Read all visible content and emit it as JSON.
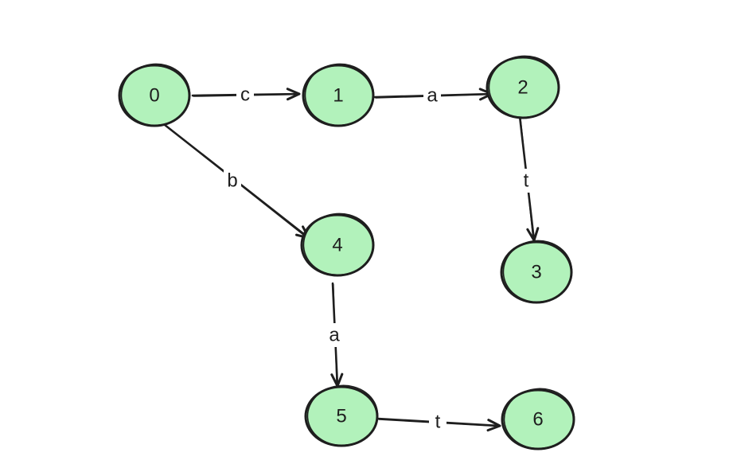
{
  "colors": {
    "node_fill": "#b2f2bb",
    "stroke": "#1e1e1e",
    "background": "#ffffff"
  },
  "nodes": [
    {
      "id": "0",
      "label": "0"
    },
    {
      "id": "1",
      "label": "1"
    },
    {
      "id": "2",
      "label": "2"
    },
    {
      "id": "3",
      "label": "3"
    },
    {
      "id": "4",
      "label": "4"
    },
    {
      "id": "5",
      "label": "5"
    },
    {
      "id": "6",
      "label": "6"
    }
  ],
  "edges": [
    {
      "from": "0",
      "to": "1",
      "label": "c"
    },
    {
      "from": "1",
      "to": "2",
      "label": "a"
    },
    {
      "from": "2",
      "to": "3",
      "label": "t"
    },
    {
      "from": "0",
      "to": "4",
      "label": "b"
    },
    {
      "from": "4",
      "to": "5",
      "label": "a"
    },
    {
      "from": "5",
      "to": "6",
      "label": "t"
    }
  ]
}
